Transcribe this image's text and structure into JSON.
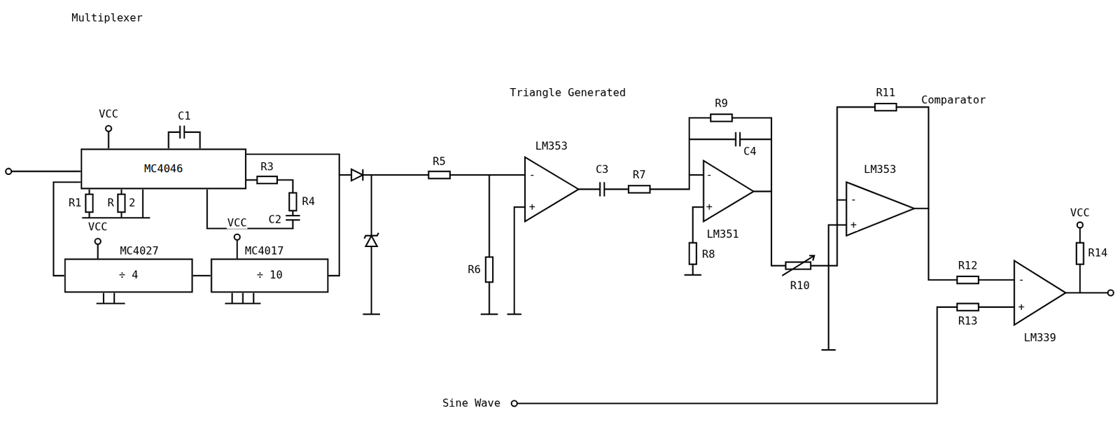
{
  "diagram": {
    "nodes": [
      {
        "text": [
          "MC4046"
        ]
      },
      {
        "text": [
          "MC4027",
          "÷ 4"
        ]
      },
      {
        "text": [
          "MC4017",
          "÷ 10"
        ]
      }
    ],
    "edges": [
      {
        "from": 0,
        "to": 1,
        "arrow": "none"
      },
      {
        "from": 1,
        "to": 2,
        "arrow": "none"
      },
      {
        "from": 2,
        "to": 0,
        "arrow": "none"
      }
    ],
    "labels": [
      "Multiplexer",
      "VCC",
      "C1",
      "R1",
      "R",
      "2",
      "R3",
      "R4",
      "C2",
      "VCC",
      "VCC",
      "Triangle Generated",
      "LM353",
      "R5",
      "R6",
      "-",
      "+",
      "C3",
      "R7",
      "R9",
      "C4",
      "-",
      "+",
      "LM351",
      "R8",
      "R10",
      "Comparator",
      "R11",
      "LM353",
      "-",
      "+",
      "R12",
      "R13",
      "VCC",
      "R14",
      "-",
      "+",
      "LM339",
      "Sine Wave"
    ]
  }
}
